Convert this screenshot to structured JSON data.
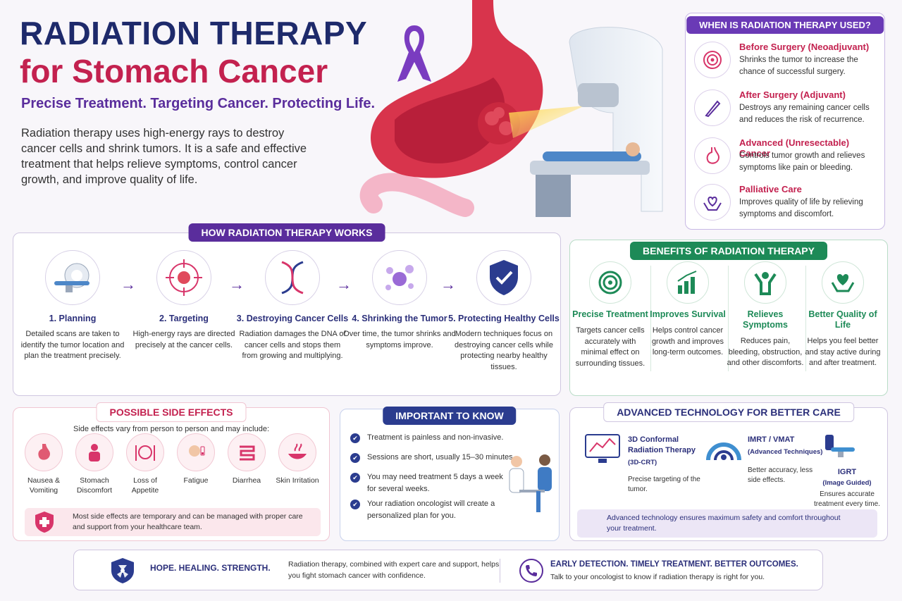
{
  "header": {
    "title_line1": "RADIATION THERAPY",
    "title_line2": "for Stomach Cancer",
    "tagline": "Precise Treatment. Targeting Cancer. Protecting Life.",
    "intro": "Radiation therapy uses high-energy rays to destroy cancer cells and shrink tumors. It is a safe and effective treatment that helps relieve symptoms, control cancer growth, and improve quality of life."
  },
  "when_used": {
    "title": "WHEN IS RADIATION THERAPY USED?",
    "items": [
      {
        "title": "Before Surgery (Neoadjuvant)",
        "desc": "Shrinks the tumor to increase the chance of successful surgery.",
        "icon": "target-icon"
      },
      {
        "title": "After Surgery (Adjuvant)",
        "desc": "Destroys any remaining cancer cells and reduces the risk of recurrence.",
        "icon": "scalpel-icon"
      },
      {
        "title": "Advanced (Unresectable) Cancer",
        "desc": "Controls tumor growth and relieves symptoms like pain or bleeding.",
        "icon": "stomach-icon"
      },
      {
        "title": "Palliative Care",
        "desc": "Improves quality of life by relieving symptoms and discomfort.",
        "icon": "heart-hands-icon"
      }
    ]
  },
  "how": {
    "title": "HOW RADIATION THERAPY WORKS",
    "steps": [
      {
        "title": "1. Planning",
        "desc": "Detailed scans are taken to identify the tumor location and plan the treatment precisely."
      },
      {
        "title": "2. Targeting",
        "desc": "High-energy rays are directed precisely at the cancer cells."
      },
      {
        "title": "3. Destroying Cancer Cells",
        "desc": "Radiation damages the DNA of cancer cells and stops them from growing and multiplying."
      },
      {
        "title": "4. Shrinking the Tumor",
        "desc": "Over time, the tumor shrinks and symptoms improve."
      },
      {
        "title": "5. Protecting Healthy Cells",
        "desc": "Modern techniques focus on destroying cancer cells while protecting nearby healthy tissues."
      }
    ]
  },
  "benefits": {
    "title": "BENEFITS OF RADIATION THERAPY",
    "items": [
      {
        "title": "Precise Treatment",
        "desc": "Targets cancer cells accurately with minimal effect on surrounding tissues."
      },
      {
        "title": "Improves Survival",
        "desc": "Helps control cancer growth and improves long-term outcomes."
      },
      {
        "title": "Relieves Symptoms",
        "desc": "Reduces pain, bleeding, obstruction, and other discomforts."
      },
      {
        "title": "Better Quality of Life",
        "desc": "Helps you feel better and stay active during and after treatment."
      }
    ]
  },
  "side_effects": {
    "title": "POSSIBLE SIDE EFFECTS",
    "intro": "Side effects vary from person to person and may include:",
    "items": [
      "Nausea & Vomiting",
      "Stomach Discomfort",
      "Loss of Appetite",
      "Fatigue",
      "Diarrhea",
      "Skin Irritation"
    ],
    "note": "Most side effects are temporary and can be managed with proper care and support from your healthcare team."
  },
  "important": {
    "title": "IMPORTANT TO KNOW",
    "items": [
      "Treatment is painless and non-invasive.",
      "Sessions are short, usually 15–30 minutes.",
      "You may need treatment 5 days a week for several weeks.",
      "Your radiation oncologist will create a personalized plan for you."
    ]
  },
  "advanced": {
    "title": "ADVANCED TECHNOLOGY FOR BETTER CARE",
    "t1": {
      "title": "3D Conformal Radiation Therapy",
      "sub": "(3D-CRT)",
      "desc": "Precise targeting of the tumor."
    },
    "t2": {
      "title": "IMRT / VMAT",
      "sub": "(Advanced Techniques)",
      "desc": "Better accuracy, less side effects."
    },
    "t3": {
      "title": "IGRT",
      "sub": "(Image Guided)",
      "desc": "Ensures accurate treatment every time."
    },
    "note": "Advanced technology ensures maximum safety and comfort throughout your treatment."
  },
  "footer": {
    "left_title": "HOPE. HEALING. STRENGTH.",
    "left_text": "Radiation therapy, combined with expert care and support, helps you fight stomach cancer with confidence.",
    "right_title": "EARLY DETECTION. TIMELY TREATMENT. BETTER OUTCOMES.",
    "right_text": "Talk to your oncologist to know if radiation therapy is right for you."
  },
  "colors": {
    "navy": "#1e2a6b",
    "crimson": "#c3214f",
    "purple": "#5a2d9c",
    "green": "#1d8a57",
    "pink": "#d8356a",
    "blue": "#2b3c8f"
  }
}
